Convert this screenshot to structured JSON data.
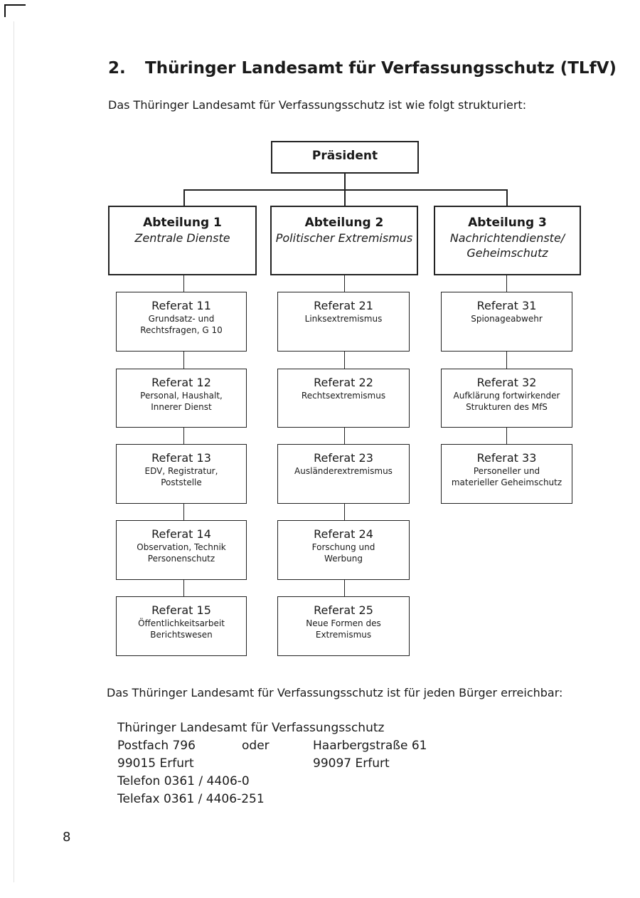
{
  "heading": {
    "number": "2.",
    "title": "Thüringer Landesamt für Verfassungsschutz (TLfV)"
  },
  "intro": "Das Thüringer Landesamt für Verfassungsschutz ist wie folgt strukturiert:",
  "org": {
    "president": "Präsident",
    "departments": [
      {
        "title": "Abteilung 1",
        "subtitle": "Zentrale Dienste",
        "subtitle2": ""
      },
      {
        "title": "Abteilung 2",
        "subtitle": "Politischer Extremismus",
        "subtitle2": ""
      },
      {
        "title": "Abteilung 3",
        "subtitle": "Nachrichtendienste/",
        "subtitle2": "Geheimschutz"
      }
    ],
    "col1": [
      {
        "title": "Referat 11",
        "l1": "Grundsatz- und",
        "l2": "Rechtsfragen, G 10"
      },
      {
        "title": "Referat 12",
        "l1": "Personal, Haushalt,",
        "l2": "Innerer Dienst"
      },
      {
        "title": "Referat 13",
        "l1": "EDV, Registratur,",
        "l2": "Poststelle"
      },
      {
        "title": "Referat 14",
        "l1": "Observation, Technik",
        "l2": "Personenschutz"
      },
      {
        "title": "Referat 15",
        "l1": "Öffentlichkeitsarbeit",
        "l2": "Berichtswesen"
      }
    ],
    "col2": [
      {
        "title": "Referat 21",
        "l1": "Linksextremismus",
        "l2": ""
      },
      {
        "title": "Referat 22",
        "l1": "Rechtsextremismus",
        "l2": ""
      },
      {
        "title": "Referat 23",
        "l1": "Ausländerextremismus",
        "l2": ""
      },
      {
        "title": "Referat 24",
        "l1": "Forschung und",
        "l2": "Werbung"
      },
      {
        "title": "Referat 25",
        "l1": "Neue Formen des",
        "l2": "Extremismus"
      }
    ],
    "col3": [
      {
        "title": "Referat 31",
        "l1": "Spionageabwehr",
        "l2": ""
      },
      {
        "title": "Referat 32",
        "l1": "Aufklärung fortwirkender",
        "l2": "Strukturen des MfS"
      },
      {
        "title": "Referat 33",
        "l1": "Personeller und",
        "l2": "materieller Geheimschutz"
      }
    ]
  },
  "reach": "Das Thüringer Landesamt für Verfassungsschutz ist für jeden Bürger erreichbar:",
  "address": {
    "name": "Thüringer Landesamt für Verfassungsschutz",
    "postfach": "Postfach 796",
    "oder": "oder",
    "street": "Haarbergstraße 61",
    "plz1": "99015 Erfurt",
    "plz2": "99097 Erfurt",
    "telefon": "Telefon  0361 / 4406-0",
    "telefax": "Telefax  0361 / 4406-251"
  },
  "page_number": "8"
}
